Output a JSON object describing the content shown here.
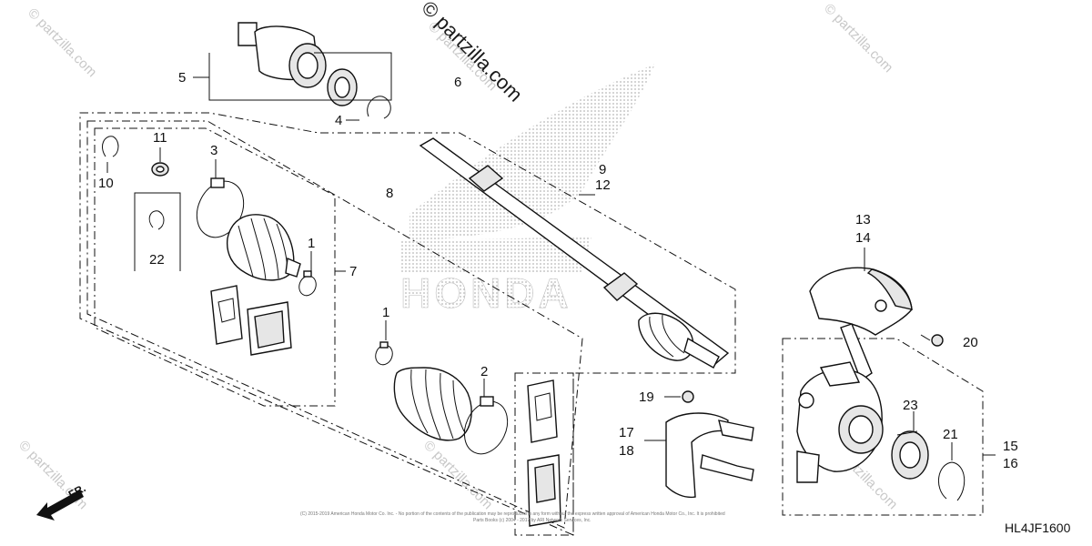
{
  "watermark": {
    "main": "© partzilla.com",
    "tiles": [
      "© partzilla.com",
      "© partzilla.com",
      "© partzilla.com",
      "© partzilla.com",
      "© partzilla.com",
      "© partzilla.com"
    ]
  },
  "brand_logo_text": "HONDA",
  "diagram_code": "HL4JF1600",
  "direction_label": "FR.",
  "copyright_line1": "(C) 2015-2019 American Honda Motor Co. Inc. - No portion of the contents of the publication may be reproduced in any form without the express written approval of American Honda Motor Co., Inc. It is prohibited",
  "copyright_line2": "Parts Books (c) 2004 - 2017 by ARI Network Services, Inc.",
  "callouts": {
    "c1a": "1",
    "c1b": "1",
    "c2": "2",
    "c3": "3",
    "c4": "4",
    "c5": "5",
    "c6": "6",
    "c7": "7",
    "c8": "8",
    "c9": "9",
    "c10": "10",
    "c11": "11",
    "c12": "12",
    "c13": "13",
    "c14": "14",
    "c15": "15",
    "c16": "16",
    "c17": "17",
    "c18": "18",
    "c19": "19",
    "c20": "20",
    "c21": "21",
    "c22": "22",
    "c23": "23"
  }
}
